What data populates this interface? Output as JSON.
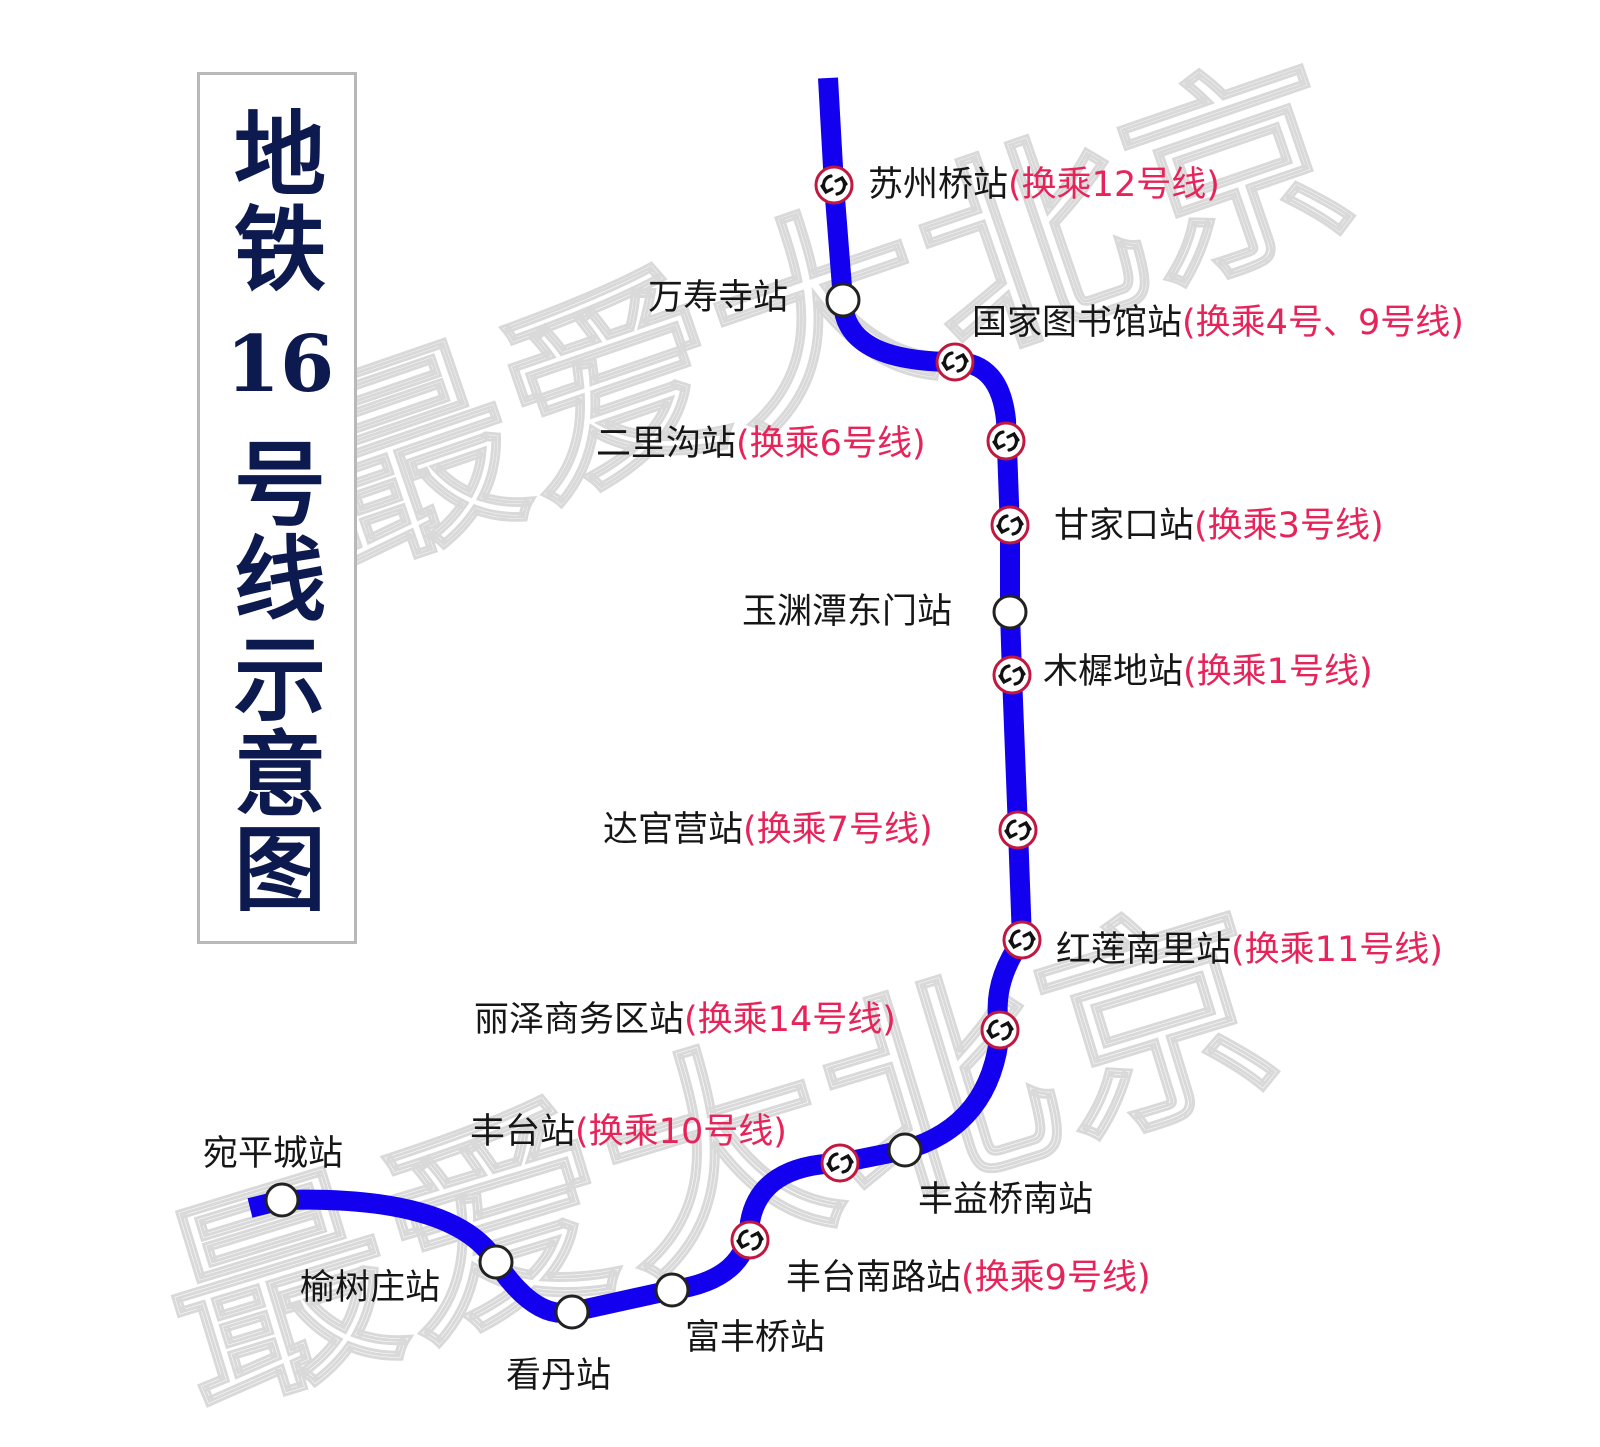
{
  "title": {
    "chars": [
      "地",
      "铁",
      "16",
      "号",
      "线",
      "示",
      "意",
      "图"
    ]
  },
  "watermark": "最爱大北京",
  "colors": {
    "line": "#1200ee",
    "transfer_text": "#e6245a",
    "transfer_ring": "#c0183f",
    "title_text": "#0d1a4f",
    "station_text": "#161616"
  },
  "stations": [
    {
      "id": "suzhouqiao",
      "name": "苏州桥站",
      "transfer": "(换乘12号线)",
      "type": "transfer",
      "label_side": "right"
    },
    {
      "id": "wanshousi",
      "name": "万寿寺站",
      "transfer": "",
      "type": "normal",
      "label_side": "left"
    },
    {
      "id": "guojiatushuguan",
      "name": "国家图书馆站",
      "transfer": "(换乘4号、9号线)",
      "type": "transfer",
      "label_side": "above"
    },
    {
      "id": "erligou",
      "name": "二里沟站",
      "transfer": "(换乘6号线)",
      "type": "transfer",
      "label_side": "left"
    },
    {
      "id": "ganjiakou",
      "name": "甘家口站",
      "transfer": "(换乘3号线)",
      "type": "transfer",
      "label_side": "right"
    },
    {
      "id": "yuyuantandongmen",
      "name": "玉渊潭东门站",
      "transfer": "",
      "type": "normal",
      "label_side": "left"
    },
    {
      "id": "muxidi",
      "name": "木樨地站",
      "transfer": "(换乘1号线)",
      "type": "transfer",
      "label_side": "right"
    },
    {
      "id": "daguanying",
      "name": "达官营站",
      "transfer": "(换乘7号线)",
      "type": "transfer",
      "label_side": "left"
    },
    {
      "id": "hongliannanli",
      "name": "红莲南里站",
      "transfer": "(换乘11号线)",
      "type": "transfer",
      "label_side": "right"
    },
    {
      "id": "lizeshangwuqu",
      "name": "丽泽商务区站",
      "transfer": "(换乘14号线)",
      "type": "transfer",
      "label_side": "left"
    },
    {
      "id": "fengyiqiaonan",
      "name": "丰益桥南站",
      "transfer": "",
      "type": "normal",
      "label_side": "below"
    },
    {
      "id": "fengtai",
      "name": "丰台站",
      "transfer": "(换乘10号线)",
      "type": "transfer",
      "label_side": "above"
    },
    {
      "id": "fengtainanlu",
      "name": "丰台南路站",
      "transfer": "(换乘9号线)",
      "type": "transfer",
      "label_side": "right"
    },
    {
      "id": "fufengqiao",
      "name": "富丰桥站",
      "transfer": "",
      "type": "normal",
      "label_side": "below"
    },
    {
      "id": "kandan",
      "name": "看丹站",
      "transfer": "",
      "type": "normal",
      "label_side": "below"
    },
    {
      "id": "yushuzhuang",
      "name": "榆树庄站",
      "transfer": "",
      "type": "normal",
      "label_side": "left"
    },
    {
      "id": "wanpingcheng",
      "name": "宛平城站",
      "transfer": "",
      "type": "normal",
      "label_side": "above"
    }
  ]
}
